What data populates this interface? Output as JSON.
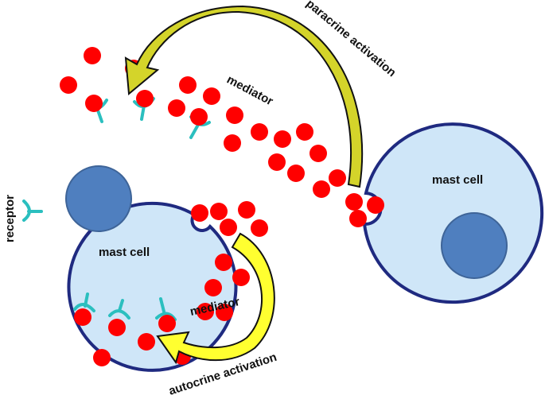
{
  "labels": {
    "left_cell": "mast cell",
    "right_cell": "mast cell",
    "mediator_top": "mediator",
    "mediator_bottom": "mediator",
    "paracrine": "paracrine activation",
    "autocrine": "autocrine activation",
    "receptor": "receptor"
  },
  "colors": {
    "cell_fill": "#cfe6f8",
    "cell_stroke": "#1f2a80",
    "nucleus": "#4f7fbf",
    "mediator": "#ff0000",
    "receptor": "#2bbfbf",
    "arrow_paracrine": "#d4d42a",
    "arrow_autocrine": "#ffff30"
  }
}
